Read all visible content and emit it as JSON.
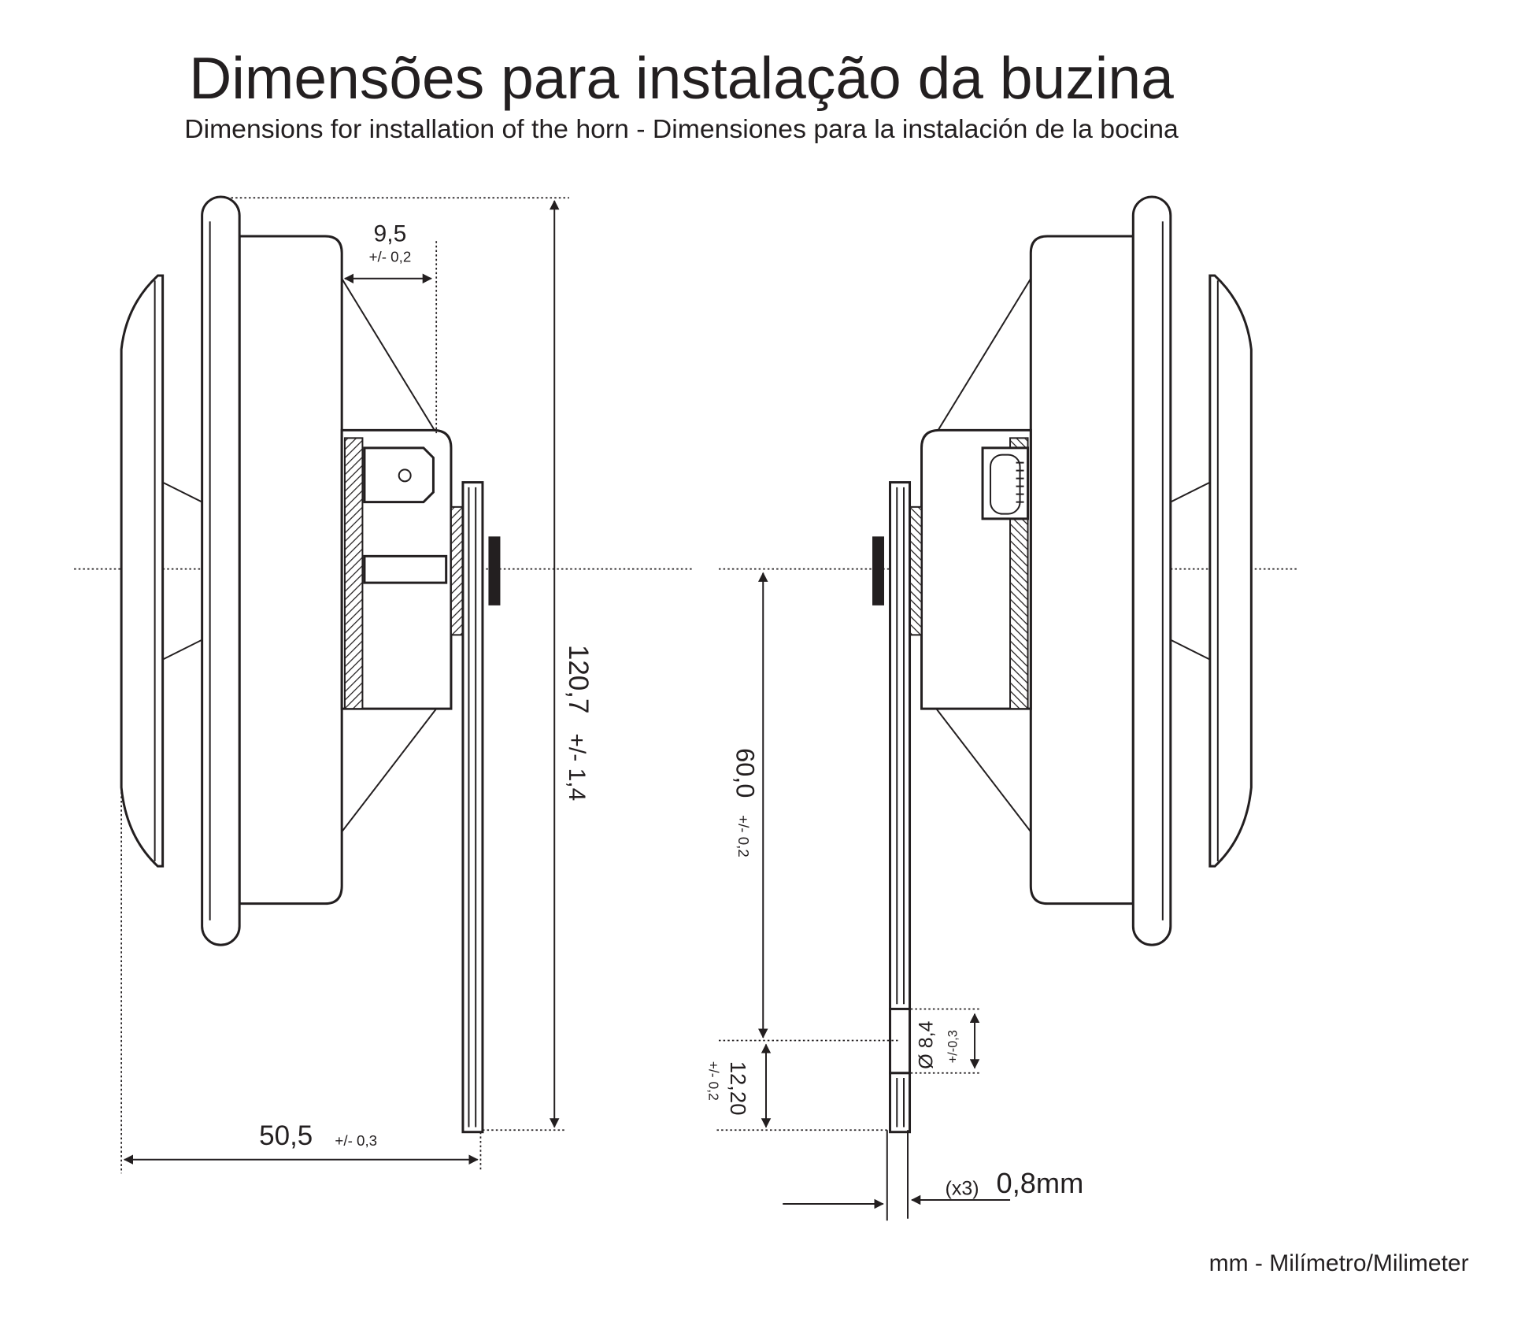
{
  "title": "Dimensões para instalação da buzina",
  "subtitle": "Dimensions for installation of the horn - Dimensiones para la instalación de la bocina",
  "dimensions": {
    "flange_gap": {
      "value": "9,5",
      "tolerance": "+/- 0,2"
    },
    "total_height": {
      "value": "120,7",
      "tolerance": "+/- 1,4"
    },
    "depth": {
      "value": "50,5",
      "tolerance": "+/- 0,3"
    },
    "center_to_hole": {
      "value": "60,0",
      "tolerance": "+/- 0,2"
    },
    "hole_to_end": {
      "value": "12,20",
      "tolerance": "+/- 0,2"
    },
    "hole_diameter": {
      "value": "Ø 8,4",
      "tolerance": "+/-0,3"
    },
    "plate_thickness": {
      "multiplier": "(x3)",
      "value": "0,8mm"
    }
  },
  "footer": "mm - Milímetro/Milimeter"
}
